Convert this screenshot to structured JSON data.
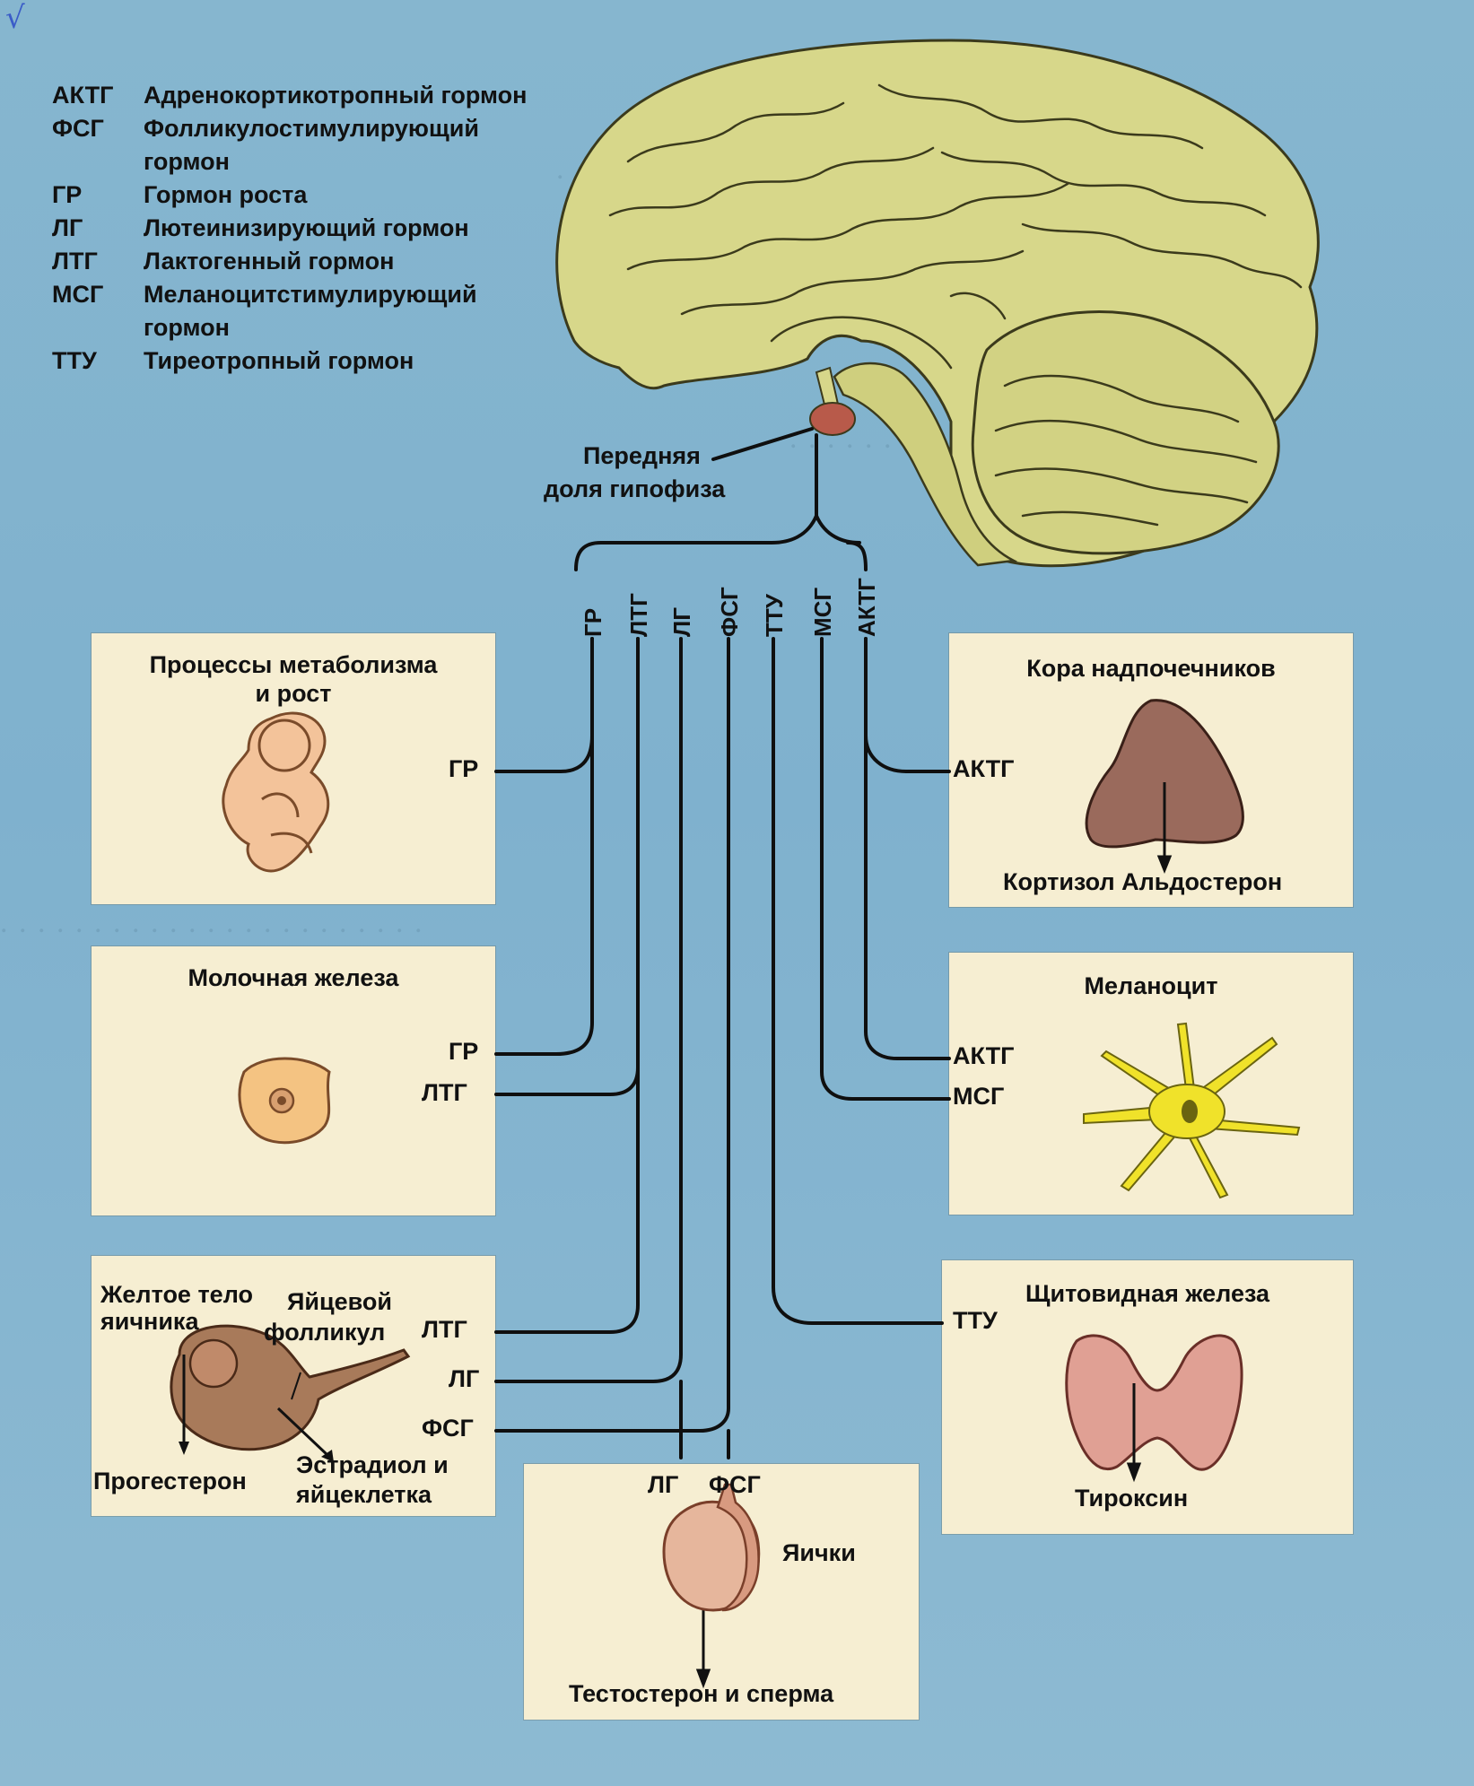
{
  "legend": [
    {
      "abbr": "АКТГ",
      "def": "Адренокортикотропный гормон"
    },
    {
      "abbr": "ФСГ",
      "def": "Фолликулостимулирующий гормон"
    },
    {
      "abbr": "ГР",
      "def": "Гормон роста"
    },
    {
      "abbr": "ЛГ",
      "def": "Лютеинизирующий гормон"
    },
    {
      "abbr": "ЛТГ",
      "def": "Лактогенный гормон"
    },
    {
      "abbr": "МСГ",
      "def": "Меланоцитстимулирующий гормон"
    },
    {
      "abbr": "ТТУ",
      "def": "Тиреотропный гормон"
    }
  ],
  "pituitary": {
    "label_line1": "Передняя",
    "label_line2": "доля гипофиза"
  },
  "hormone_trunks": [
    "ГР",
    "ЛТГ",
    "ЛГ",
    "ФСГ",
    "ТТУ",
    "МСГ",
    "АКТГ"
  ],
  "panels": {
    "metabolism": {
      "title_line1": "Процессы метаболизма",
      "title_line2": "и рост",
      "hormones": [
        "ГР"
      ]
    },
    "mammary": {
      "title": "Молочная железа",
      "hormones": [
        "ГР",
        "ЛТГ"
      ]
    },
    "ovary": {
      "label_corpus1": "Желтое тело",
      "label_corpus2": "яичника",
      "label_follicle1": "Яйцевой",
      "label_follicle2": "фолликул",
      "output_left": "Прогестерон",
      "output_right1": "Эстрадиол и",
      "output_right2": "яйцеклетка",
      "hormones": [
        "ЛТГ",
        "ЛГ",
        "ФСГ"
      ]
    },
    "testes": {
      "title": "Яички",
      "output": "Тестостерон и сперма",
      "hormones": [
        "ЛГ",
        "ФСГ"
      ]
    },
    "adrenal": {
      "title": "Кора надпочечников",
      "output": "Кортизол Альдостерон",
      "hormones": [
        "АКТГ"
      ]
    },
    "melanocyte": {
      "title": "Меланоцит",
      "hormones": [
        "АКТГ",
        "МСГ"
      ]
    },
    "thyroid": {
      "title": "Щитовидная железа",
      "output": "Тироксин",
      "hormones": [
        "ТТУ"
      ]
    }
  },
  "colors": {
    "background": "#86b6cf",
    "panel": "#f6eed2",
    "brain": "#d7d78a",
    "brain_outline": "#3b3a1c",
    "pituitary": "#b85a4a",
    "lines": "#0f0f0f",
    "adrenal": "#9a6a5c",
    "melanocyte": "#f0e22a",
    "thyroid": "#e0a094",
    "testis": "#e6b69c",
    "ovary": "#a87a5a",
    "embryo": "#f3c39a"
  }
}
